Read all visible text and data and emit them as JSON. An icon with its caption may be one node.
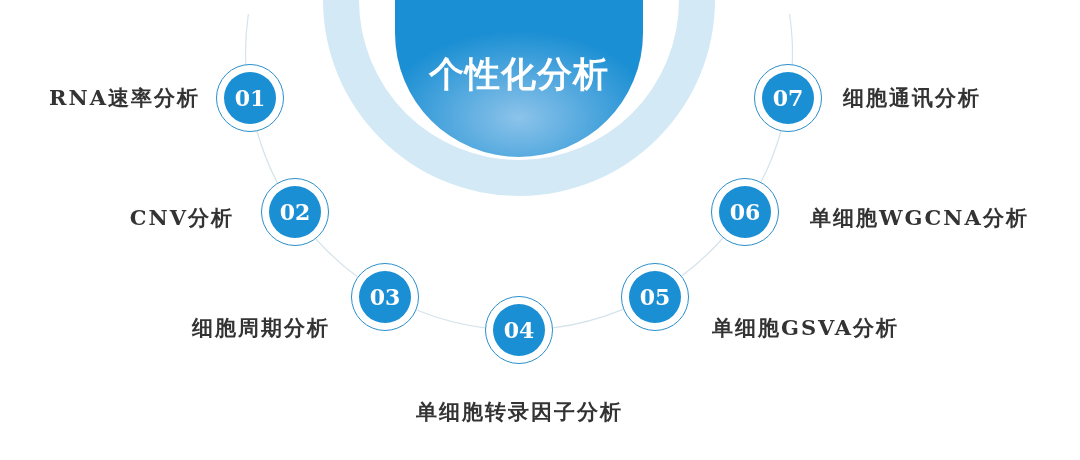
{
  "diagram": {
    "nodes": [
      {
        "text": [
          "个性化分析"
        ]
      },
      {
        "text": [
          "01"
        ],
        "beside": [
          "RNA速率分析"
        ]
      },
      {
        "text": [
          "02"
        ],
        "beside": [
          "CNV分析"
        ]
      },
      {
        "text": [
          "03"
        ],
        "beside": [
          "细胞周期分析"
        ]
      },
      {
        "text": [
          "04"
        ],
        "beside": [
          "单细胞转录因子分析"
        ]
      },
      {
        "text": [
          "05"
        ],
        "beside": [
          "单细胞GSVA分析"
        ]
      },
      {
        "text": [
          "06"
        ],
        "beside": [
          "单细胞WGCNA分析"
        ]
      },
      {
        "text": [
          "07"
        ],
        "beside": [
          "细胞通讯分析"
        ]
      }
    ],
    "edges": [
      {
        "from": 1,
        "to": 2,
        "arrow": "none"
      },
      {
        "from": 2,
        "to": 3,
        "arrow": "none"
      },
      {
        "from": 3,
        "to": 4,
        "arrow": "none"
      },
      {
        "from": 4,
        "to": 5,
        "arrow": "none"
      },
      {
        "from": 5,
        "to": 6,
        "arrow": "none"
      },
      {
        "from": 6,
        "to": 7,
        "arrow": "none"
      }
    ]
  }
}
